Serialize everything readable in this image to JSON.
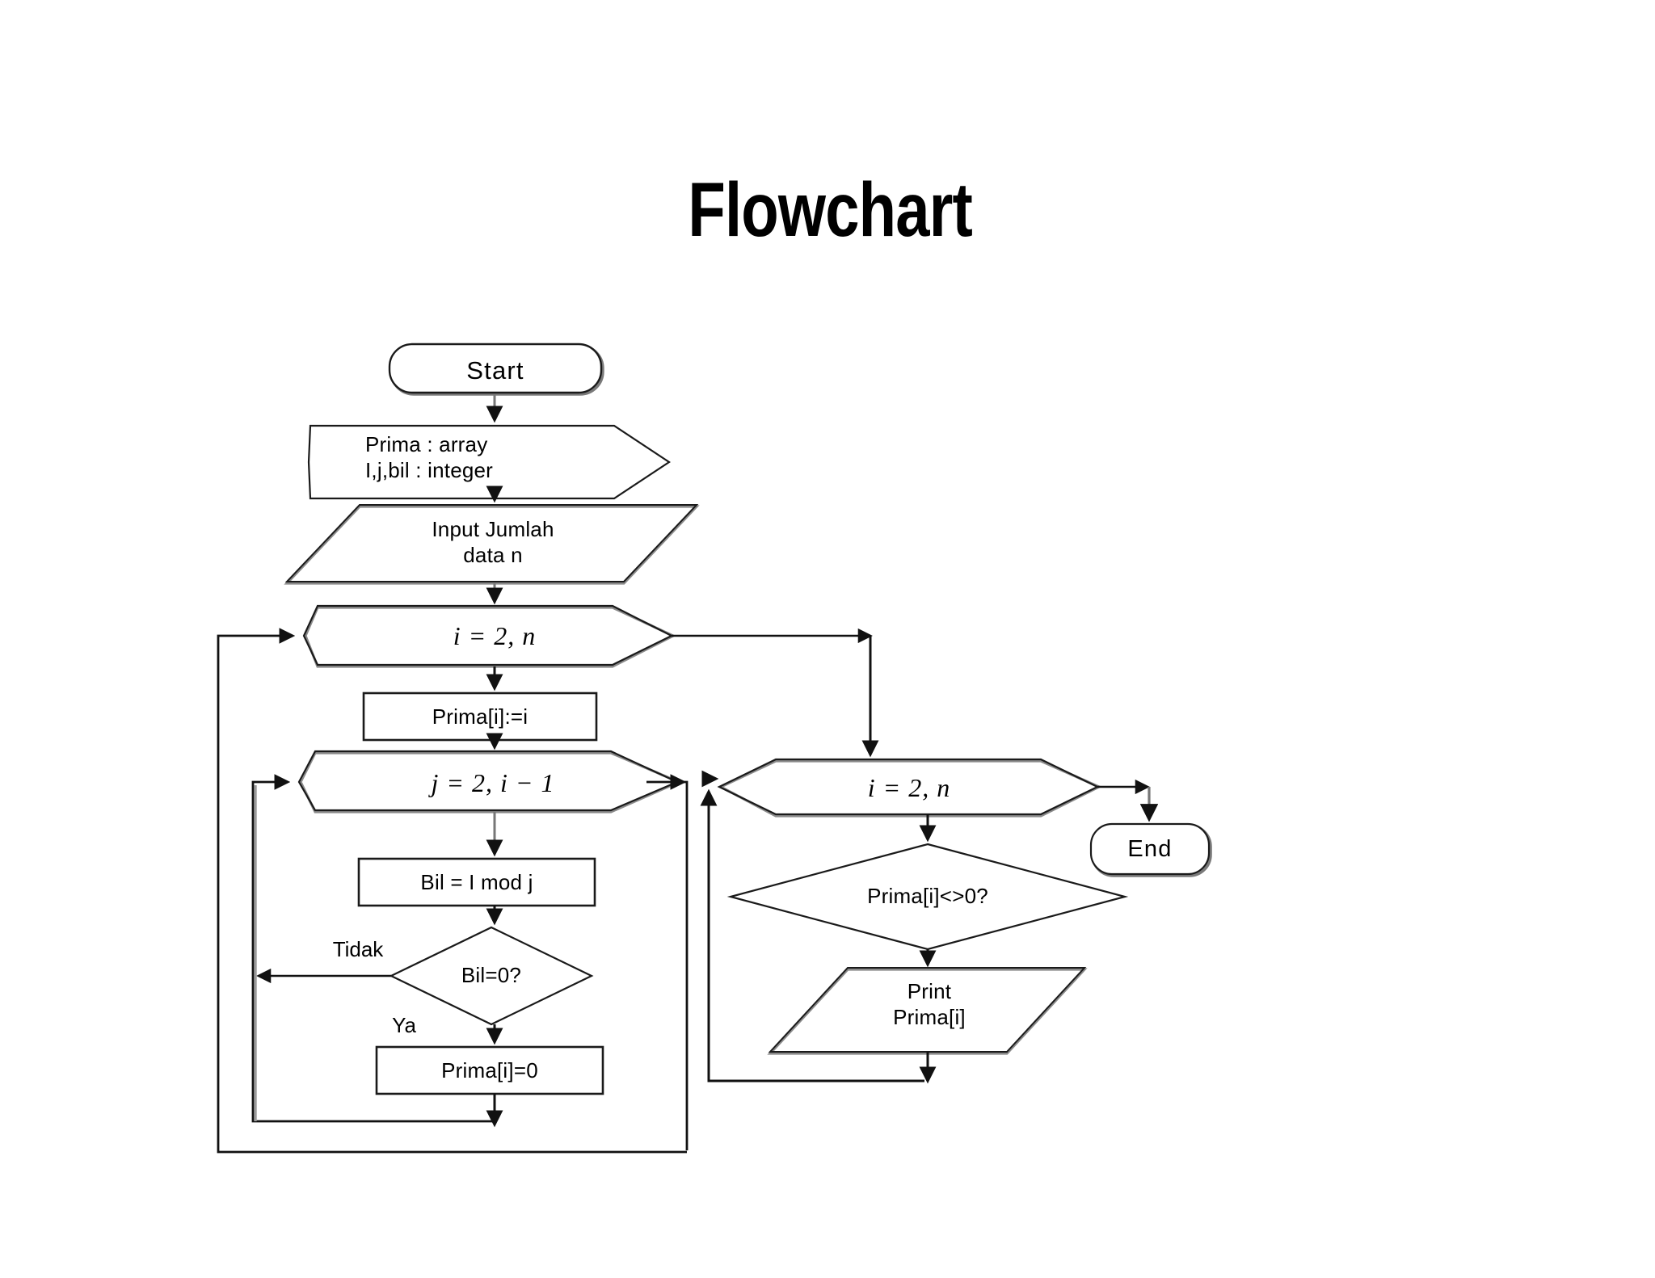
{
  "title": "Flowchart",
  "colors": {
    "background": "#ffffff",
    "stroke_dark": "#1a1a1a",
    "stroke_gray": "#808080",
    "text": "#000000"
  },
  "diagram": {
    "type": "flowchart",
    "nodes": [
      {
        "id": "start",
        "shape": "terminator",
        "text": "Start"
      },
      {
        "id": "declare",
        "shape": "hexagon",
        "text": "Prima : array\nI,j,bil : integer"
      },
      {
        "id": "input",
        "shape": "parallelogram",
        "text": "Input Jumlah\ndata  n"
      },
      {
        "id": "loop_i1",
        "shape": "hexagon",
        "text": "i = 2, n"
      },
      {
        "id": "assign",
        "shape": "rectangle",
        "text": "Prima[i]:=i"
      },
      {
        "id": "loop_j",
        "shape": "hexagon",
        "text": "j = 2, i − 1"
      },
      {
        "id": "bil",
        "shape": "rectangle",
        "text": "Bil =   I mod j"
      },
      {
        "id": "bilzero",
        "shape": "diamond",
        "text": "Bil=0?"
      },
      {
        "id": "primazero",
        "shape": "rectangle",
        "text": "Prima[i]=0"
      },
      {
        "id": "loop_i2",
        "shape": "hexagon",
        "text": "i = 2, n"
      },
      {
        "id": "primacheck",
        "shape": "diamond",
        "text": "Prima[i]<>0?"
      },
      {
        "id": "print",
        "shape": "parallelogram",
        "text": "Print\nPrima[i]"
      },
      {
        "id": "end",
        "shape": "terminator",
        "text": "End"
      }
    ],
    "edge_labels": [
      {
        "id": "tidak",
        "text": "Tidak"
      },
      {
        "id": "ya",
        "text": "Ya"
      }
    ]
  }
}
